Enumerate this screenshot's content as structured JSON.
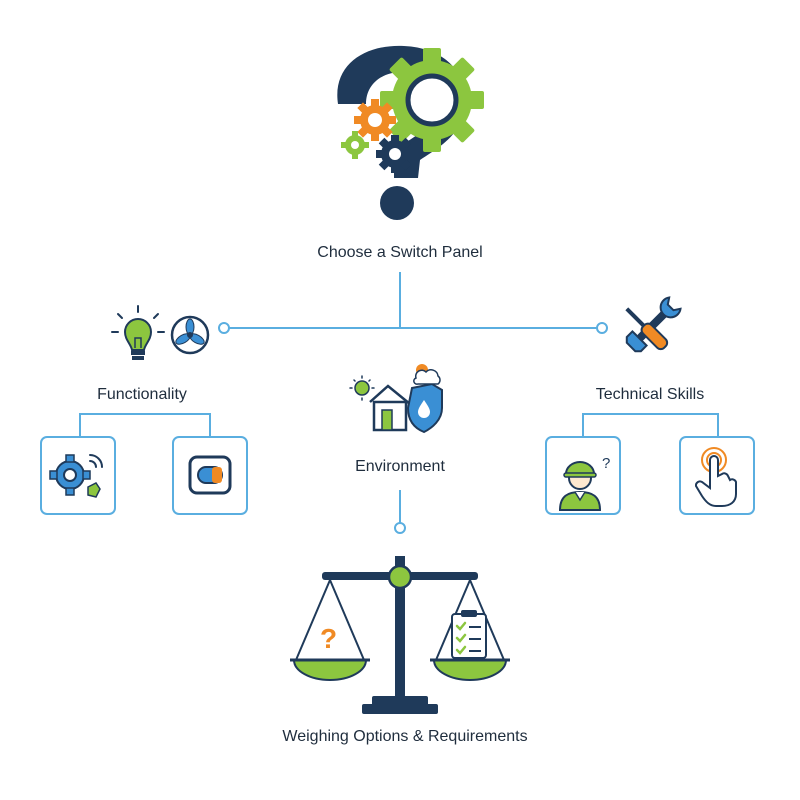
{
  "labels": {
    "title": "Choose a Switch Panel",
    "functionality": "Functionality",
    "environment": "Environment",
    "technical_skills": "Technical Skills",
    "weighing": "Weighing Options & Requirements"
  },
  "icons": {
    "top": "question-mark-gears-icon",
    "functionality": [
      "light-bulb-icon",
      "fan-icon"
    ],
    "functionality_boxes": [
      "gear-wireless-icon",
      "toggle-switch-icon"
    ],
    "environment": "house-weather-shield-icon",
    "technical": "wrench-screwdriver-icon",
    "technical_boxes": [
      "worker-question-icon",
      "touch-hand-icon"
    ],
    "bottom": "balance-scale-icon"
  },
  "colors": {
    "navy": "#1f3a5a",
    "green": "#8cc63f",
    "orange": "#f08a24",
    "blue": "#3a8fd4",
    "line": "#5aaee0"
  }
}
